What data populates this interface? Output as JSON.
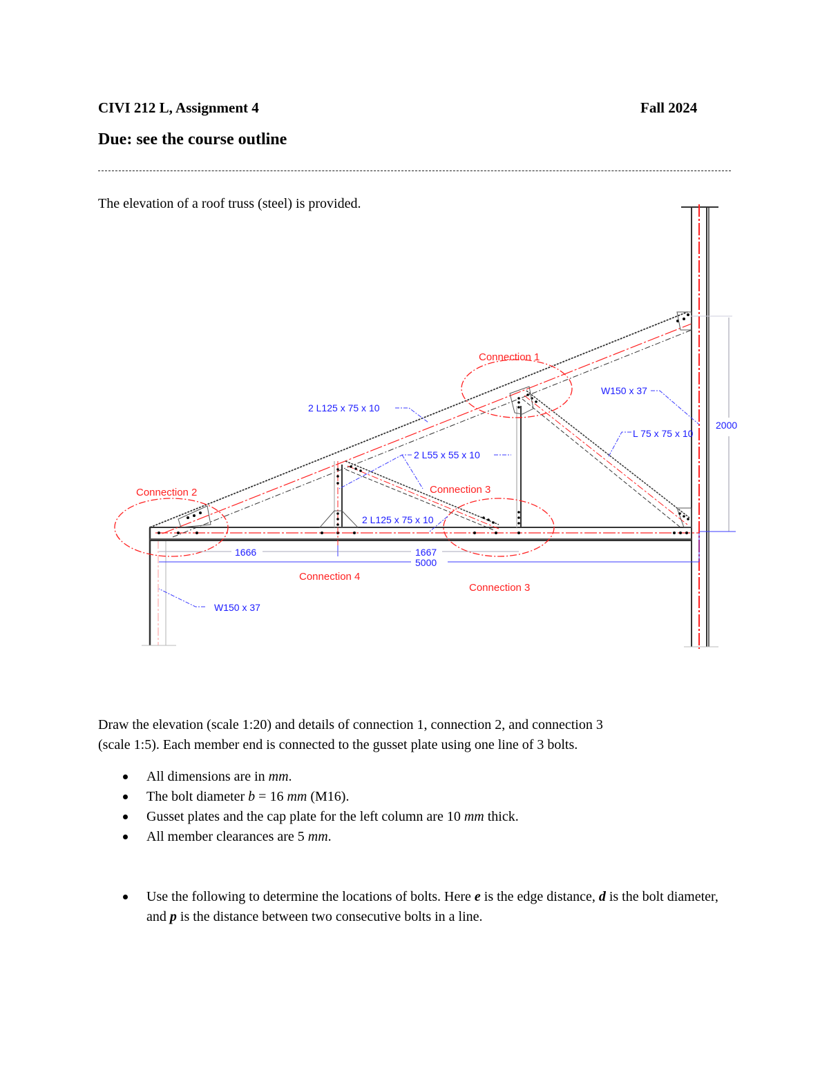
{
  "header": {
    "course": "CIVI 212 L, Assignment 4",
    "term": "Fall 2024",
    "due": "Due: see the course outline"
  },
  "intro": "The elevation of a roof truss (steel) is provided.",
  "drawing": {
    "connection_labels": {
      "c1": "Connection 1",
      "c2": "Connection 2",
      "c3a": "Connection 3",
      "c3b": "Connection 3",
      "c4": "Connection 4"
    },
    "member_labels": {
      "top_chord": "2 L125 x 75 x 10",
      "bottom_chord": "2 L125 x 75 x 10",
      "web": "2 L55 x 55 x 10",
      "diagonal": "L 75 x 75 x 10",
      "right_column": "W150 x 37",
      "left_column": "W150 x 37"
    },
    "dimensions": {
      "d1": "1666",
      "d2": "1667",
      "span": "5000",
      "height": "2000"
    },
    "colors": {
      "annotation": "#1a1aff",
      "connection": "#ff2020",
      "member": "#333333"
    }
  },
  "instructions": {
    "paragraph": "Draw the elevation (scale 1:20) and details of connection 1, connection 2, and connection 3 (scale 1:5). Each member end is connected to the gusset plate using one line of 3 bolts.",
    "line1": "Draw the elevation (scale 1:20) and details of connection 1, connection 2, and connection 3",
    "line2": "(scale 1:5). Each member end is connected to the gusset plate using one line of 3 bolts.",
    "bullets": [
      {
        "pre": "All dimensions are in ",
        "em": "mm",
        "post": "."
      },
      {
        "pre": "The bolt diameter ",
        "em": "b",
        "mid": " = 16 ",
        "em2": "mm",
        "post": " (M16)."
      },
      {
        "pre": "Gusset plates and the cap plate for the left column are 10 ",
        "em": "mm",
        "post": " thick."
      },
      {
        "pre": "All member clearances are 5 ",
        "em": "mm",
        "post": "."
      }
    ],
    "bolt_rule": {
      "pre": "Use the following to determine the locations of bolts. Here ",
      "e": "e",
      "a": " is the edge distance, ",
      "d": "d",
      "b": " is the bolt diameter, and ",
      "p": "p",
      "c": " is the distance between two consecutive bolts in a line."
    }
  }
}
